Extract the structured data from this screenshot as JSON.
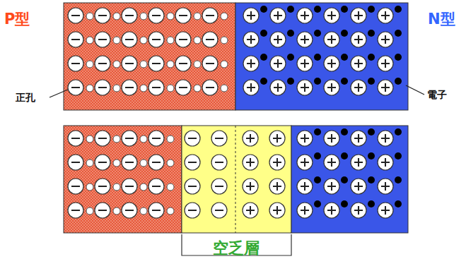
{
  "diagram": {
    "labels": [
      "P型",
      "N型",
      "正孔",
      "電子",
      "空乏層"
    ]
  }
}
